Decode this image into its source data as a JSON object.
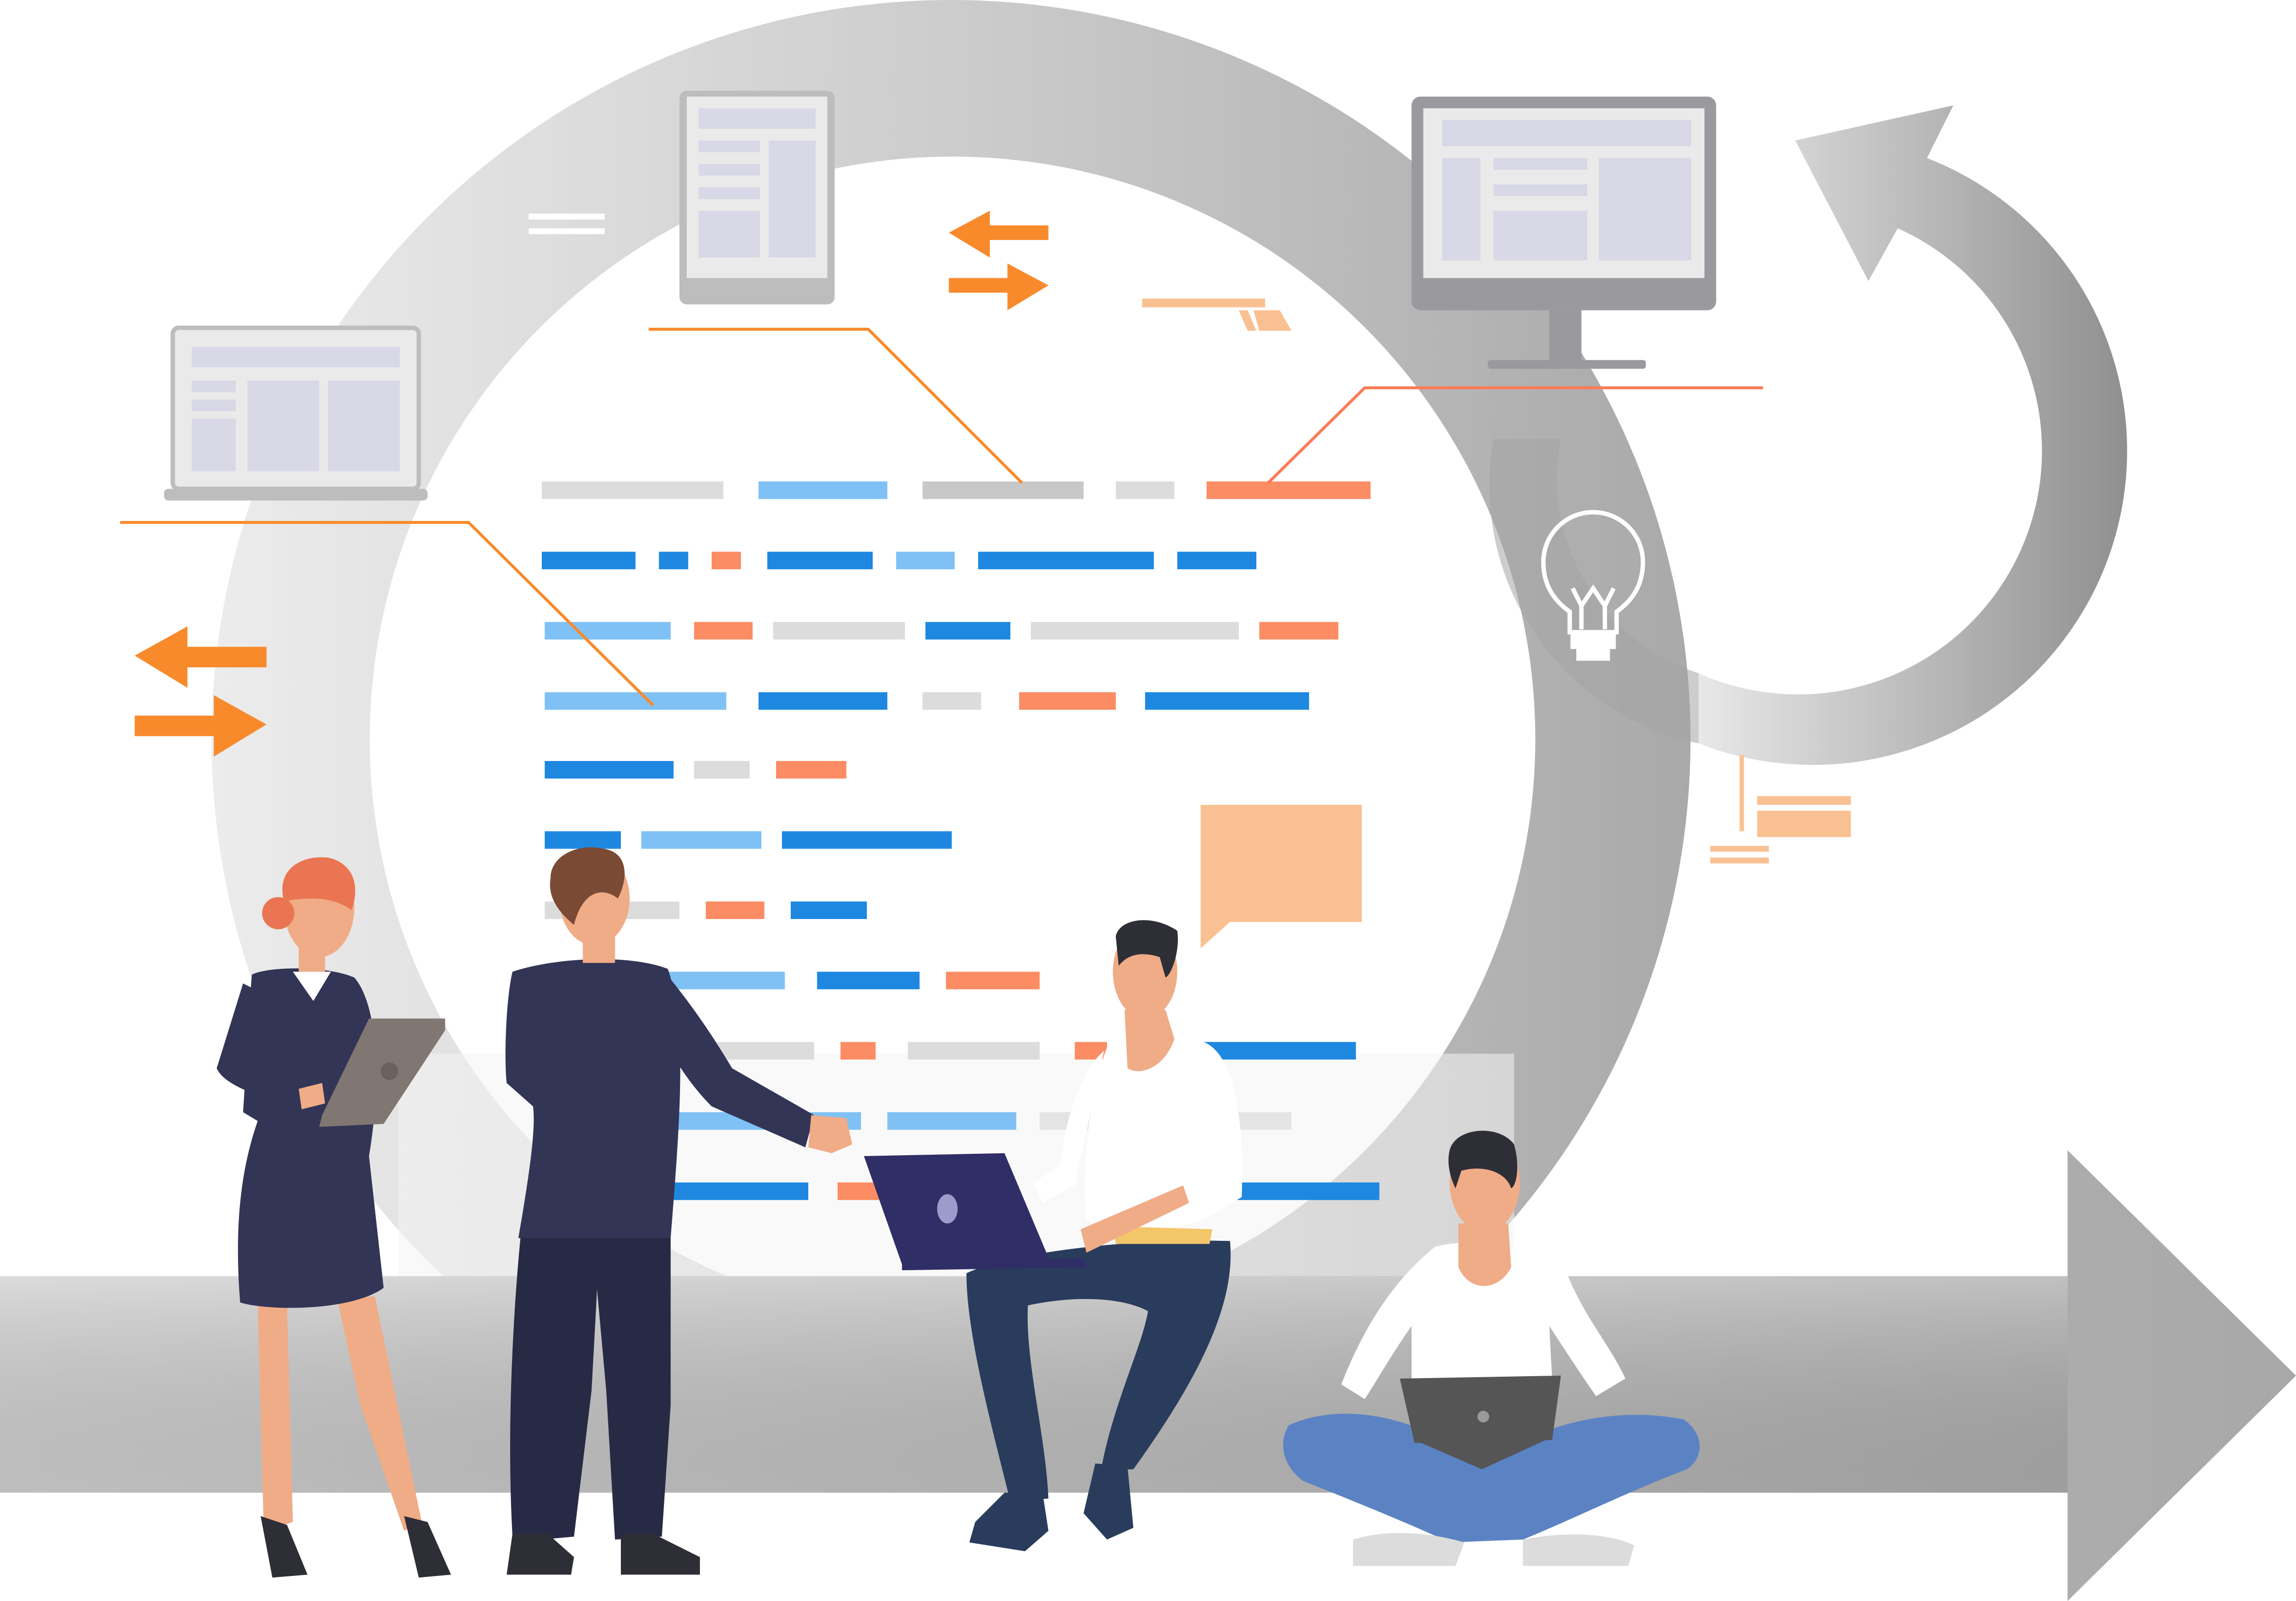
{
  "illustration": {
    "colors": {
      "cycle_gray": "#b5b5b5",
      "cycle_light": "#e4e4e4",
      "device_frame": "#eaeaea",
      "device_screen_block": "#d8d8e6",
      "monitor_frame": "#9a9a9e",
      "blue": "#1e88e0",
      "light_blue": "#7fc1f5",
      "light_gray": "#dcdcdc",
      "salmon": "#fc8c64",
      "orange": "#f98a2c",
      "peach": "#f9c192",
      "navy": "#333556",
      "dark_navy": "#272a44",
      "denim": "#2a3c5c",
      "skin": "#f0ac86",
      "red_hair": "#ea7552",
      "brown_hair": "#7a4a35",
      "dark_hair": "#2e2e36",
      "white_shirt": "#ffffff",
      "tablet_gray": "#807672",
      "laptop_purple": "#2f2e66",
      "laptop_gray": "#555555",
      "sitting_jeans": "#5b83c4",
      "gold_belt": "#f3c66a"
    },
    "icons": [
      "laptop-icon",
      "tablet-icon",
      "desktop-monitor-icon",
      "lightbulb-icon",
      "exchange-arrows-icon",
      "speech-bubble-icon",
      "cycle-arrow-icon",
      "forward-arrow-icon"
    ],
    "people": [
      "woman-with-tablet",
      "man-pointing",
      "man-on-laptop-sitting",
      "man-cross-legged-laptop"
    ]
  }
}
